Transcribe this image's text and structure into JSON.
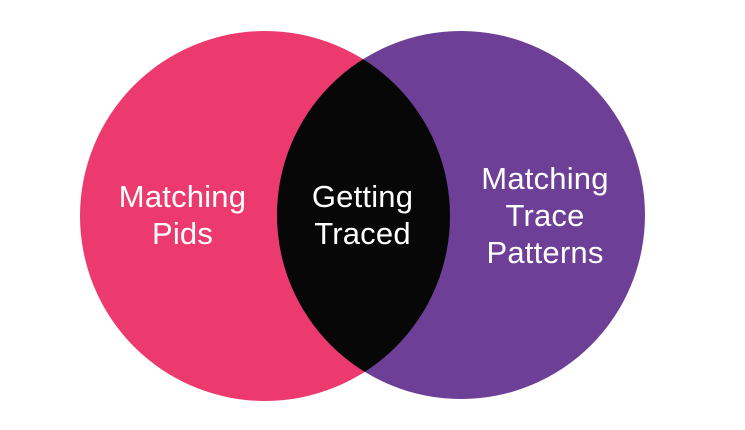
{
  "diagram": {
    "type": "venn",
    "colors": {
      "left": "#ec3a6e",
      "right": "#6e3f96",
      "overlap": "#070707",
      "text": "#ffffff",
      "background": "#ffffff"
    },
    "sets": [
      {
        "id": "left",
        "label_lines": [
          "Matching",
          "Pids"
        ]
      },
      {
        "id": "right",
        "label_lines": [
          "Matching",
          "Trace",
          "Patterns"
        ]
      }
    ],
    "intersection": {
      "label_lines": [
        "Getting",
        "Traced"
      ]
    }
  }
}
